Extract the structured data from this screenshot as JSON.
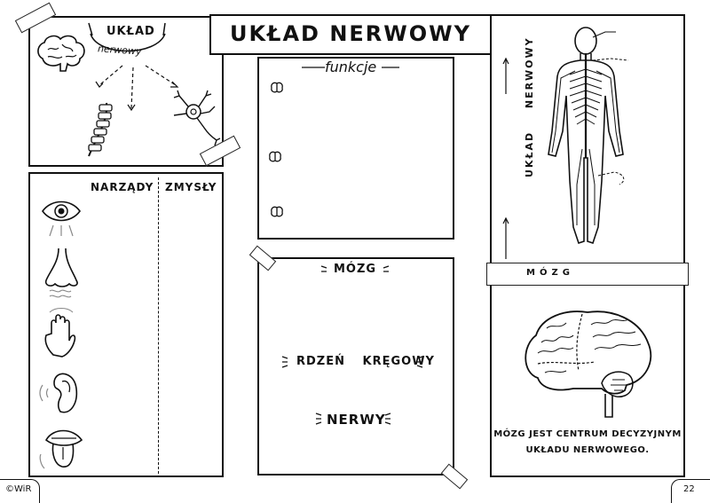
{
  "title": "UKŁAD NERWOWY",
  "top_left": {
    "arc_label": "UKŁAD",
    "arc_sub": "nerwowy"
  },
  "functions": {
    "heading": "funkcje"
  },
  "organs": {
    "col_organs": "NARZĄDY",
    "col_senses": "ZMYSŁY"
  },
  "center": {
    "heading": "MÓZG",
    "spinal": "RDZEŃ KRĘGOWY",
    "nerves": "NERWY"
  },
  "right": {
    "vertical_label_1": "UKŁAD",
    "vertical_label_2": "NERWOWY",
    "brain_tab": "MÓZG",
    "caption_line1": "MÓZG JEST CENTRUM DECYZYJNYM",
    "caption_line2": "UKŁADU NERWOWEGO."
  },
  "footer": {
    "copyright": "©WiR",
    "page_number": "22"
  }
}
